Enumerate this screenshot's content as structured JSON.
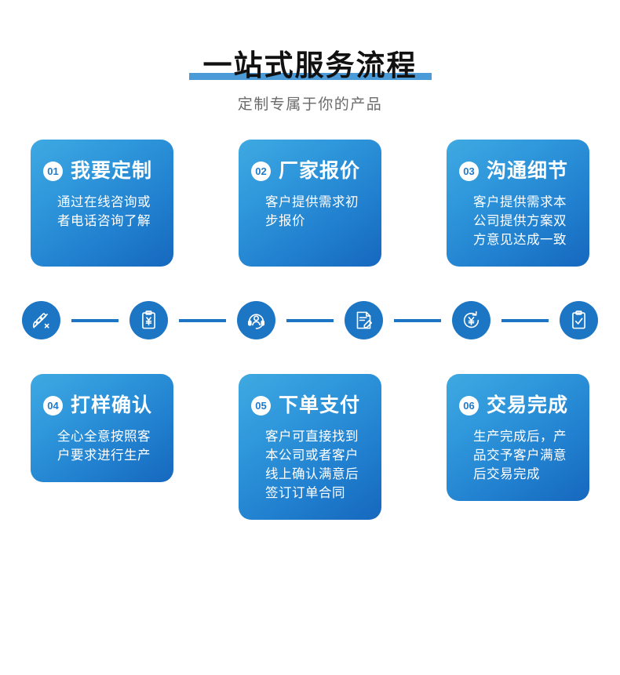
{
  "header": {
    "title": "一站式服务流程",
    "subtitle": "定制专属于你的产品",
    "underline_color": "#4a9bd8",
    "title_color": "#111111",
    "subtitle_color": "#6b6b6b"
  },
  "theme": {
    "card_gradient_from": "#3fa9e2",
    "card_gradient_to": "#1668be",
    "icon_blue": "#1c76c4",
    "badge_text_color": "#1f7ac9",
    "background": "#ffffff"
  },
  "steps_top": [
    {
      "number": "01",
      "title": "我要定制",
      "body": "通过在线咨询或者电话咨询了解"
    },
    {
      "number": "02",
      "title": "厂家报价",
      "body": "客户提供需求初步报价"
    },
    {
      "number": "03",
      "title": "沟通细节",
      "body": "客户提供需求本公司提供方案双方意见达成一致"
    }
  ],
  "steps_bottom": [
    {
      "number": "04",
      "title": "打样确认",
      "body": "全心全意按照客户要求进行生产"
    },
    {
      "number": "05",
      "title": "下单支付",
      "body": "客户可直接找到本公司或者客户线上确认满意后签订订单合同"
    },
    {
      "number": "06",
      "title": "交易完成",
      "body": "生产完成后，产品交予客户满意后交易完成"
    }
  ],
  "icon_strip": {
    "icons": [
      {
        "name": "design-pen-ruler-icon"
      },
      {
        "name": "clipboard-yen-quote-icon"
      },
      {
        "name": "headset-support-icon"
      },
      {
        "name": "document-sign-pen-icon"
      },
      {
        "name": "yen-refresh-payment-icon"
      },
      {
        "name": "clipboard-check-complete-icon"
      }
    ]
  }
}
